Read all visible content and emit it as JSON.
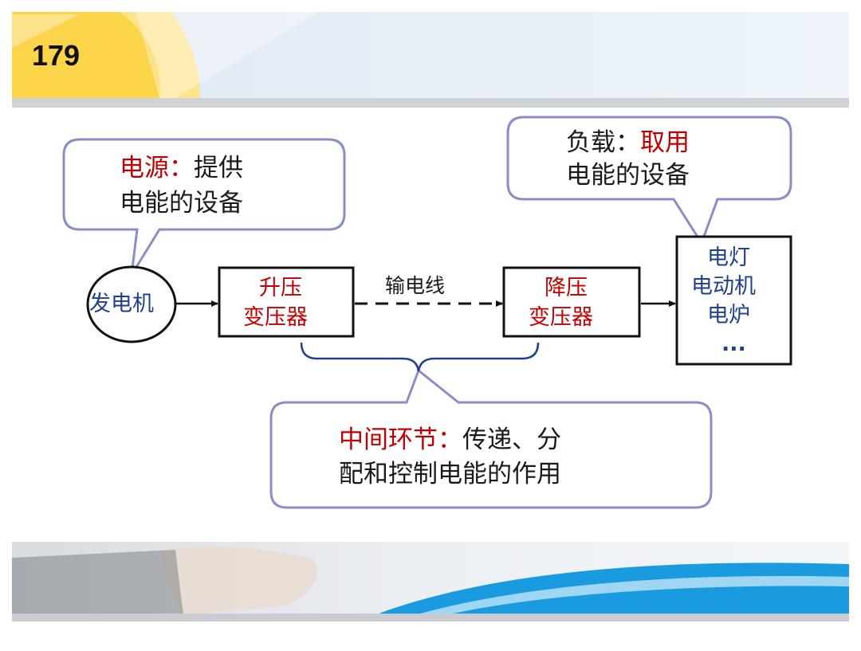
{
  "slide": {
    "number": "179"
  },
  "colors": {
    "term": "#c00000",
    "text": "#1a1a1a",
    "device": "#1f3f8f",
    "callout_border": "#8a8ec8",
    "brace": "#1f3f8f"
  },
  "diagram": {
    "source_callout": {
      "term": "电源",
      "colon": "：",
      "line1_rest": "提供",
      "line2": "电能的设备"
    },
    "load_callout": {
      "prefix": "负载：",
      "term": "取用",
      "line2": "电能的设备"
    },
    "middle_callout": {
      "term": "中间环节：",
      "line1_rest": "传递、分",
      "line2": "配和控制电能的作用"
    },
    "generator": {
      "label": "发电机"
    },
    "step_up": {
      "line1": "升压",
      "line2": "变压器"
    },
    "line_label": "输电线",
    "step_down": {
      "line1": "降压",
      "line2": "变压器"
    },
    "loads": {
      "items": [
        "电灯",
        "电动机",
        "电炉",
        "..."
      ]
    }
  }
}
